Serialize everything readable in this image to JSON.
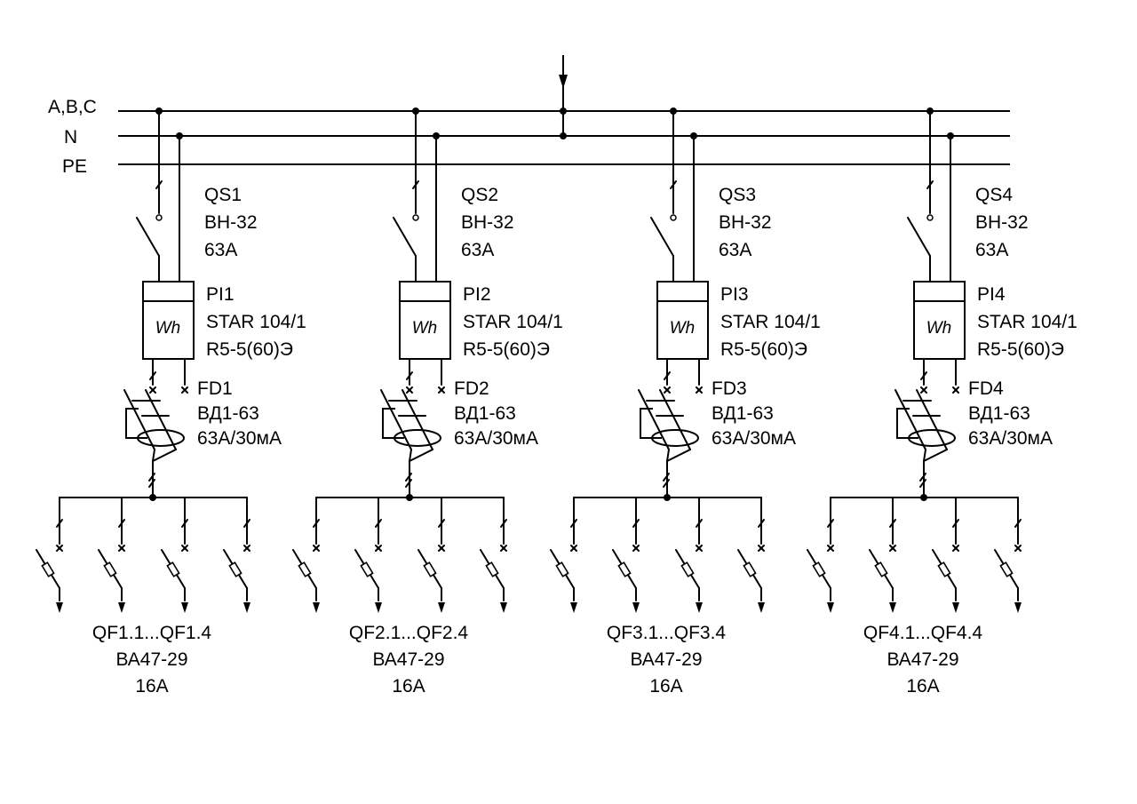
{
  "bus": {
    "phase_label": "A,B,C",
    "neutral_label": "N",
    "pe_label": "PE"
  },
  "feeders": [
    {
      "switch": {
        "name": "QS1",
        "model": "ВН-32",
        "rating": "63А"
      },
      "meter": {
        "name": "PI1",
        "model": "STAR 104/1",
        "spec": "R5-5(60)Э",
        "symbol": "Wh"
      },
      "rcd": {
        "name": "FD1",
        "model": "ВД1-63",
        "rating": "63А/30мА"
      },
      "breakers": {
        "range": "QF1.1...QF1.4",
        "model": "ВА47-29",
        "rating": "16А"
      }
    },
    {
      "switch": {
        "name": "QS2",
        "model": "ВН-32",
        "rating": "63А"
      },
      "meter": {
        "name": "PI2",
        "model": "STAR 104/1",
        "spec": "R5-5(60)Э",
        "symbol": "Wh"
      },
      "rcd": {
        "name": "FD2",
        "model": "ВД1-63",
        "rating": "63А/30мА"
      },
      "breakers": {
        "range": "QF2.1...QF2.4",
        "model": "ВА47-29",
        "rating": "16А"
      }
    },
    {
      "switch": {
        "name": "QS3",
        "model": "ВН-32",
        "rating": "63А"
      },
      "meter": {
        "name": "PI3",
        "model": "STAR 104/1",
        "spec": "R5-5(60)Э",
        "symbol": "Wh"
      },
      "rcd": {
        "name": "FD3",
        "model": "ВД1-63",
        "rating": "63А/30мА"
      },
      "breakers": {
        "range": "QF3.1...QF3.4",
        "model": "ВА47-29",
        "rating": "16А"
      }
    },
    {
      "switch": {
        "name": "QS4",
        "model": "ВН-32",
        "rating": "63А"
      },
      "meter": {
        "name": "PI4",
        "model": "STAR 104/1",
        "spec": "R5-5(60)Э",
        "symbol": "Wh"
      },
      "rcd": {
        "name": "FD4",
        "model": "ВД1-63",
        "rating": "63А/30мА"
      },
      "breakers": {
        "range": "QF4.1...QF4.4",
        "model": "ВА47-29",
        "rating": "16А"
      }
    }
  ]
}
